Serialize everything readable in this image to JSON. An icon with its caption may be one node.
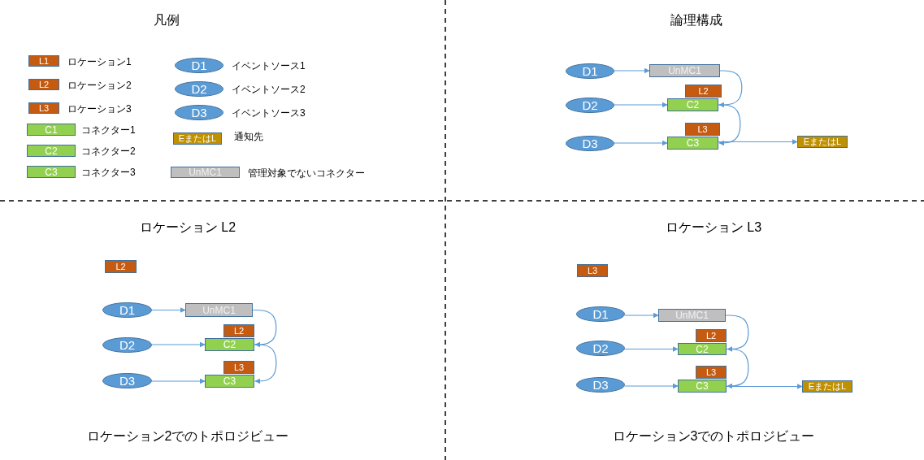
{
  "diagram": {
    "nodes": [
      {
        "text": [
          "L1"
        ],
        "beside": [
          "ロケーション1"
        ]
      },
      {
        "text": [
          "L2"
        ],
        "beside": [
          "ロケーション2"
        ]
      },
      {
        "text": [
          "L3"
        ],
        "beside": [
          "ロケーション3"
        ]
      },
      {
        "text": [
          "C1"
        ],
        "beside": [
          "コネクター1"
        ]
      },
      {
        "text": [
          "C2"
        ],
        "beside": [
          "コネクター2"
        ]
      },
      {
        "text": [
          "C3"
        ],
        "beside": [
          "コネクター3"
        ]
      },
      {
        "text": [
          "D1"
        ],
        "beside": [
          "イベントソース1"
        ]
      },
      {
        "text": [
          "D2"
        ],
        "beside": [
          "イベントソース2"
        ]
      },
      {
        "text": [
          "D3"
        ],
        "beside": [
          "イベントソース3"
        ]
      },
      {
        "text": [
          "EまたはL"
        ],
        "beside": [
          "通知先"
        ]
      },
      {
        "text": [
          "UnMC1"
        ],
        "beside": [
          "管理対象でないコネクター"
        ]
      },
      {
        "text": [
          "D1"
        ]
      },
      {
        "text": [
          "UnMC1"
        ]
      },
      {
        "text": [
          "L2"
        ]
      },
      {
        "text": [
          "D2"
        ]
      },
      {
        "text": [
          "C2"
        ]
      },
      {
        "text": [
          "L3"
        ]
      },
      {
        "text": [
          "D3"
        ]
      },
      {
        "text": [
          "C3"
        ]
      },
      {
        "text": [
          "EまたはL"
        ]
      },
      {
        "text": [
          "L2"
        ]
      },
      {
        "text": [
          "D1"
        ]
      },
      {
        "text": [
          "UnMC1"
        ]
      },
      {
        "text": [
          "L2"
        ]
      },
      {
        "text": [
          "D2"
        ]
      },
      {
        "text": [
          "C2"
        ]
      },
      {
        "text": [
          "L3"
        ]
      },
      {
        "text": [
          "D3"
        ]
      },
      {
        "text": [
          "C3"
        ]
      },
      {
        "text": [
          "L3"
        ]
      },
      {
        "text": [
          "D1"
        ]
      },
      {
        "text": [
          "UnMC1"
        ]
      },
      {
        "text": [
          "L2"
        ]
      },
      {
        "text": [
          "D2"
        ]
      },
      {
        "text": [
          "C2"
        ]
      },
      {
        "text": [
          "L3"
        ]
      },
      {
        "text": [
          "D3"
        ]
      },
      {
        "text": [
          "C3"
        ]
      },
      {
        "text": [
          "EまたはL"
        ]
      }
    ],
    "edges": [
      {
        "from": 11,
        "to": 12,
        "arrow": "to"
      },
      {
        "from": 12,
        "to": 15,
        "arrow": "to"
      },
      {
        "from": 14,
        "to": 15,
        "arrow": "to"
      },
      {
        "from": 15,
        "to": 18,
        "arrow": "to"
      },
      {
        "from": 17,
        "to": 18,
        "arrow": "to"
      },
      {
        "from": 18,
        "to": 19,
        "arrow": "to"
      },
      {
        "from": 21,
        "to": 22,
        "arrow": "to"
      },
      {
        "from": 22,
        "to": 25,
        "arrow": "to"
      },
      {
        "from": 24,
        "to": 25,
        "arrow": "to"
      },
      {
        "from": 25,
        "to": 28,
        "arrow": "to"
      },
      {
        "from": 27,
        "to": 28,
        "arrow": "to"
      },
      {
        "from": 30,
        "to": 31,
        "arrow": "to"
      },
      {
        "from": 31,
        "to": 34,
        "arrow": "to"
      },
      {
        "from": 33,
        "to": 34,
        "arrow": "to"
      },
      {
        "from": 34,
        "to": 37,
        "arrow": "to"
      },
      {
        "from": 36,
        "to": 37,
        "arrow": "to"
      },
      {
        "from": 37,
        "to": 38,
        "arrow": "to"
      }
    ],
    "labels": [
      "凡例",
      "論理構成",
      "ロケーション L2",
      "ロケーション L3",
      "ロケーション2でのトポロジビュー",
      "ロケーション3でのトポロジビュー"
    ]
  }
}
